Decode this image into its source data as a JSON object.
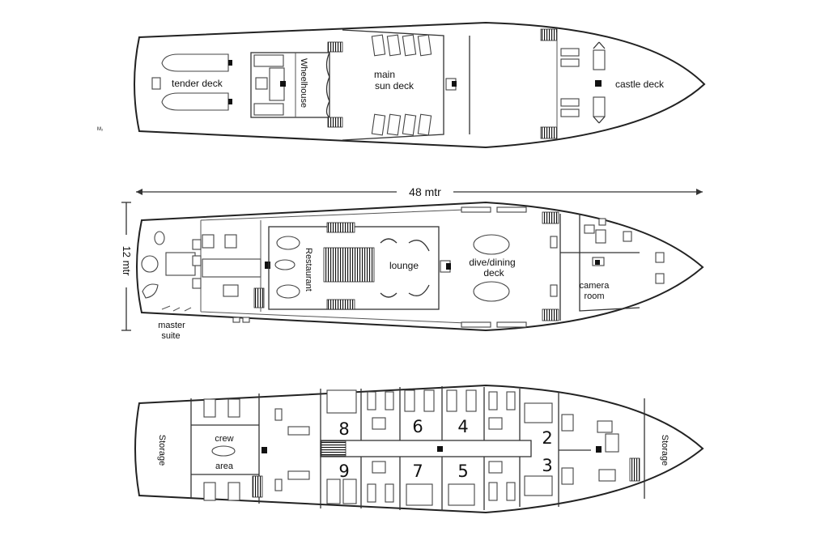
{
  "top_deck": {
    "tender_deck": "tender deck",
    "wheelhouse": "Wheelhouse",
    "main_sun_deck_line1": "main",
    "main_sun_deck_line2": "sun deck",
    "castle_deck": "castle deck",
    "corner_mark": "M₂"
  },
  "middle_deck": {
    "length": "48 mtr",
    "width": "12 mtr",
    "restaurant": "Restaurant",
    "lounge": "lounge",
    "dive_dining_line1": "dive/dining",
    "dive_dining_line2": "deck",
    "camera_room_line1": "camera",
    "camera_room_line2": "room",
    "master_suite_line1": "master",
    "master_suite_line2": "suite"
  },
  "lower_deck": {
    "storage_aft": "Storage",
    "storage_bow": "Storage",
    "crew_area_line1": "crew",
    "crew_area_line2": "area",
    "cabins": [
      "8",
      "6",
      "4",
      "2",
      "9",
      "7",
      "5",
      "3"
    ]
  }
}
